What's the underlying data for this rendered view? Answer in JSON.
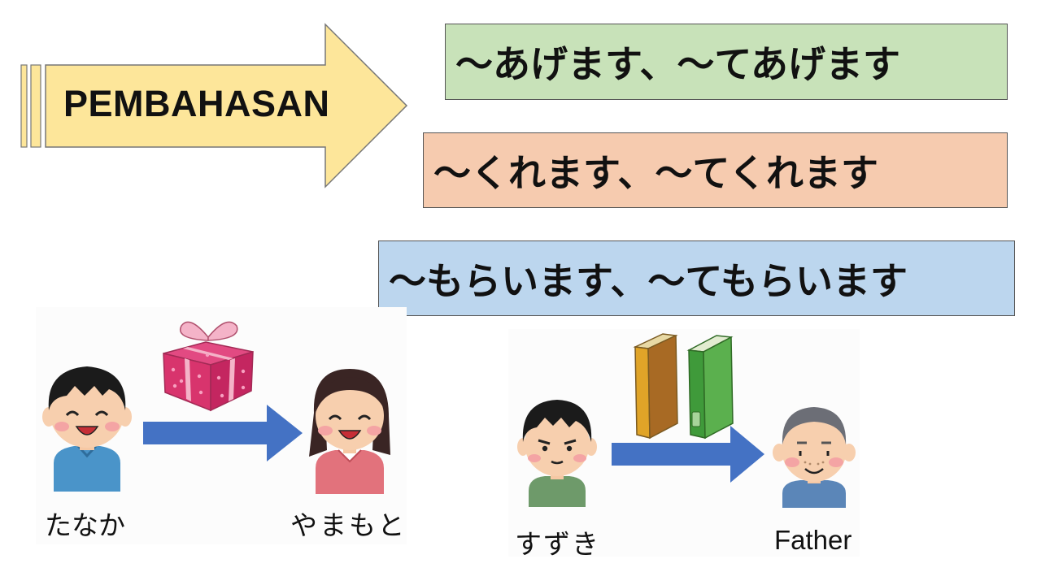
{
  "header": {
    "title": "PEMBAHASAN"
  },
  "patterns": [
    {
      "label": "〜あげます、〜てあげます",
      "color": "#c8e2b9"
    },
    {
      "label": "〜くれます、〜てくれます",
      "color": "#f6cbaf"
    },
    {
      "label": "〜もらいます、〜てもらいます",
      "color": "#bcd6ee"
    }
  ],
  "scene_gift": {
    "giver": "たなか",
    "receiver": "やまもと",
    "object_icon": "gift-box-icon"
  },
  "scene_books": {
    "giver": "すずき",
    "receiver": "Father",
    "object_icon": "books-icon"
  },
  "colors": {
    "title_arrow": "#fde69a",
    "transfer_arrow": "#4472c4"
  }
}
